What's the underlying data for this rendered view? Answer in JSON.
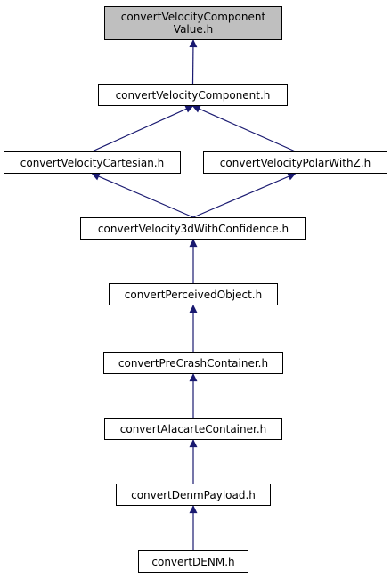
{
  "diagram": {
    "colors": {
      "edge": "#191970",
      "root_fill": "#bfbfbf",
      "node_fill": "#ffffff",
      "node_border": "#000000"
    },
    "nodes": [
      {
        "id": "n0",
        "label": "convertVelocityComponentValue.h",
        "lines": [
          "convertVelocityComponent",
          "Value.h"
        ],
        "highlighted": true
      },
      {
        "id": "n1",
        "label": "convertVelocityComponent.h",
        "lines": [
          "convertVelocityComponent.h"
        ],
        "highlighted": false
      },
      {
        "id": "n2",
        "label": "convertVelocityCartesian.h",
        "lines": [
          "convertVelocityCartesian.h"
        ],
        "highlighted": false
      },
      {
        "id": "n3",
        "label": "convertVelocityPolarWithZ.h",
        "lines": [
          "convertVelocityPolarWithZ.h"
        ],
        "highlighted": false
      },
      {
        "id": "n4",
        "label": "convertVelocity3dWithConfidence.h",
        "lines": [
          "convertVelocity3dWithConfidence.h"
        ],
        "highlighted": false
      },
      {
        "id": "n5",
        "label": "convertPerceivedObject.h",
        "lines": [
          "convertPerceivedObject.h"
        ],
        "highlighted": false
      },
      {
        "id": "n6",
        "label": "convertPreCrashContainer.h",
        "lines": [
          "convertPreCrashContainer.h"
        ],
        "highlighted": false
      },
      {
        "id": "n7",
        "label": "convertAlacarteContainer.h",
        "lines": [
          "convertAlacarteContainer.h"
        ],
        "highlighted": false
      },
      {
        "id": "n8",
        "label": "convertDenmPayload.h",
        "lines": [
          "convertDenmPayload.h"
        ],
        "highlighted": false
      },
      {
        "id": "n9",
        "label": "convertDENM.h",
        "lines": [
          "convertDENM.h"
        ],
        "highlighted": false
      }
    ],
    "edges": [
      {
        "from": "n1",
        "to": "n0"
      },
      {
        "from": "n2",
        "to": "n1"
      },
      {
        "from": "n3",
        "to": "n1"
      },
      {
        "from": "n4",
        "to": "n2"
      },
      {
        "from": "n4",
        "to": "n3"
      },
      {
        "from": "n5",
        "to": "n4"
      },
      {
        "from": "n6",
        "to": "n5"
      },
      {
        "from": "n7",
        "to": "n6"
      },
      {
        "from": "n8",
        "to": "n7"
      },
      {
        "from": "n9",
        "to": "n8"
      }
    ]
  }
}
